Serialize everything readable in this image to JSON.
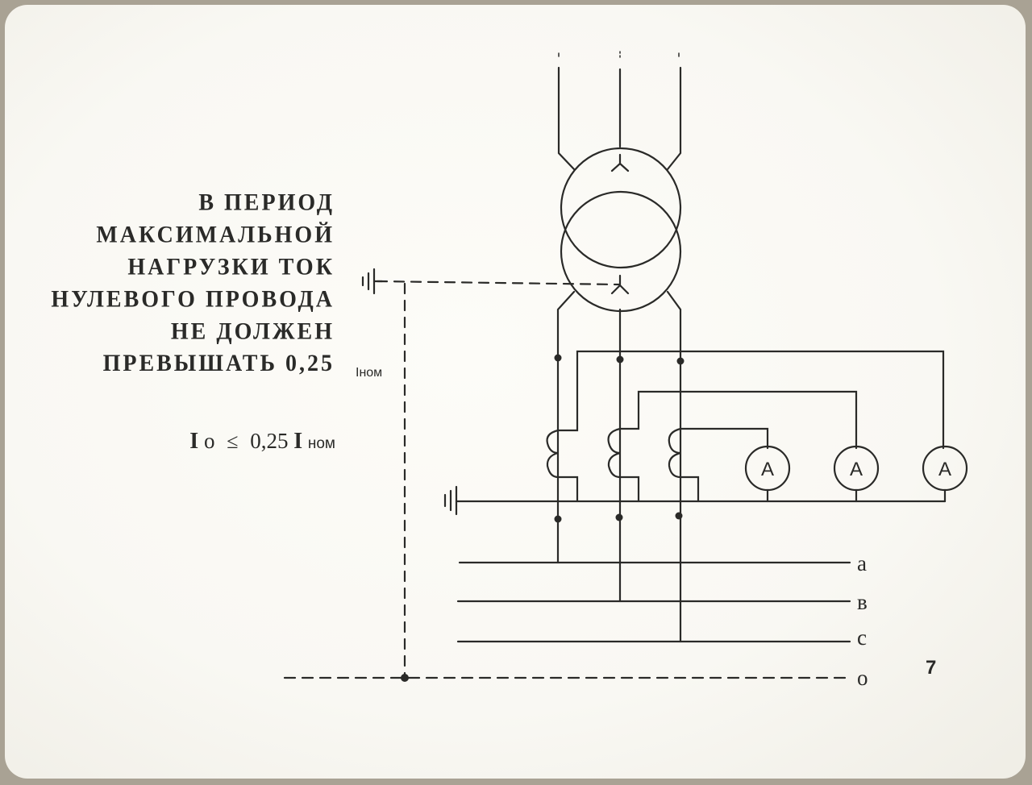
{
  "statement": {
    "lines": [
      "В ПЕРИОД",
      "МАКСИМАЛЬНОЙ",
      "НАГРУЗКИ ТОК",
      "НУЛЕВОГО ПРОВОДА",
      "НЕ ДОЛЖЕН",
      "ПРЕВЫШАТЬ 0,25"
    ],
    "inom_unit": "Iном"
  },
  "formula": {
    "lhs_symbol": "I",
    "lhs_sub": "o",
    "relation": "≤",
    "coefficient": "0,25",
    "rhs_symbol": "I",
    "rhs_unit": "ном"
  },
  "bus_labels": [
    "а",
    "в",
    "с",
    "о"
  ],
  "ammeter_labels": [
    "A",
    "A",
    "A"
  ],
  "slide_number": "7",
  "colors": {
    "ink": "#2a2a28",
    "paper": "#faf9f4",
    "frame": "#a9a294"
  }
}
